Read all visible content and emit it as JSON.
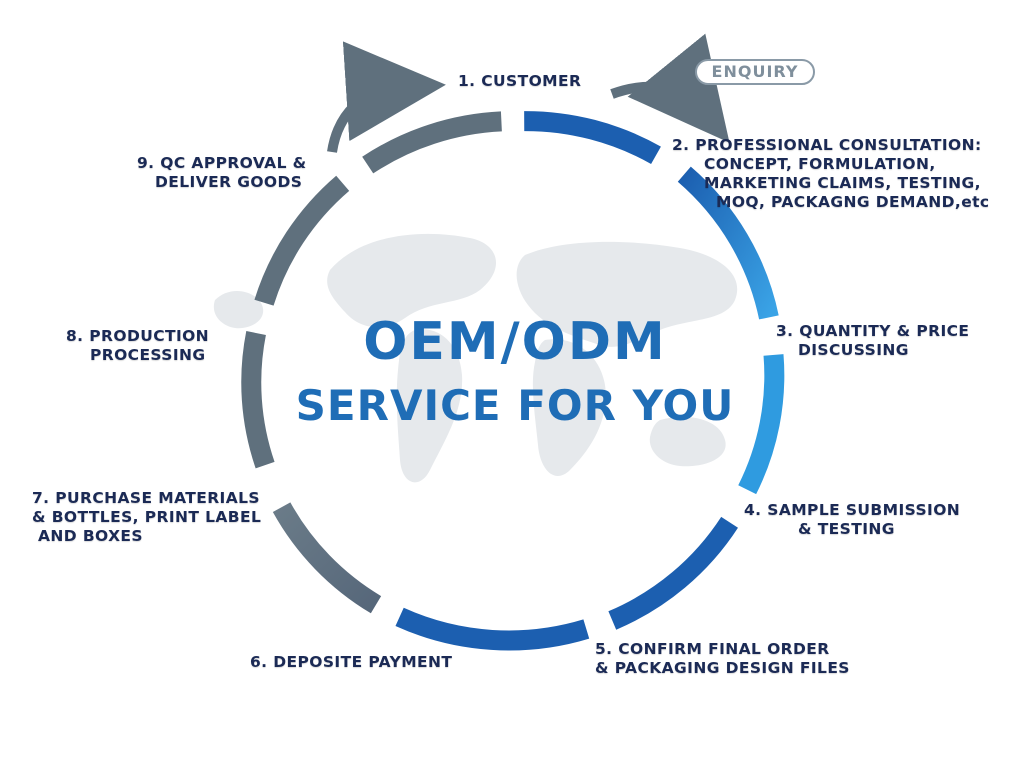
{
  "title": {
    "line1": "OEM/ODM",
    "line2": "SERVICE FOR YOU"
  },
  "badge": {
    "enquiry": "ENQUIRY"
  },
  "steps": [
    {
      "lines": [
        "1. CUSTOMER"
      ]
    },
    {
      "lines": [
        "2. PROFESSIONAL CONSULTATION:",
        "CONCEPT, FORMULATION,",
        "MARKETING CLAIMS, TESTING,",
        "MOQ, PACKAGNG DEMAND,etc"
      ]
    },
    {
      "lines": [
        "3. QUANTITY & PRICE",
        "DISCUSSING"
      ]
    },
    {
      "lines": [
        "4. SAMPLE SUBMISSION",
        "& TESTING"
      ]
    },
    {
      "lines": [
        "5. CONFIRM FINAL ORDER",
        "& PACKAGING DESIGN FILES"
      ]
    },
    {
      "lines": [
        "6. DEPOSITE PAYMENT"
      ]
    },
    {
      "lines": [
        "7. PURCHASE MATERIALS",
        "& BOTTLES, PRINT LABEL",
        "AND BOXES"
      ]
    },
    {
      "lines": [
        "8. PRODUCTION",
        "PROCESSING"
      ]
    },
    {
      "lines": [
        "9. QC APPROVAL &",
        "DELIVER GOODS"
      ]
    }
  ],
  "colors": {
    "title_blue": "#1f6db6",
    "text_navy": "#1b2a55",
    "segment_blue_dark": "#1c5fb0",
    "segment_blue_light": "#2f9be0",
    "segment_gray": "#5f707d",
    "arrow_gray": "#5f707d",
    "map_gray": "#e6e9ec"
  }
}
